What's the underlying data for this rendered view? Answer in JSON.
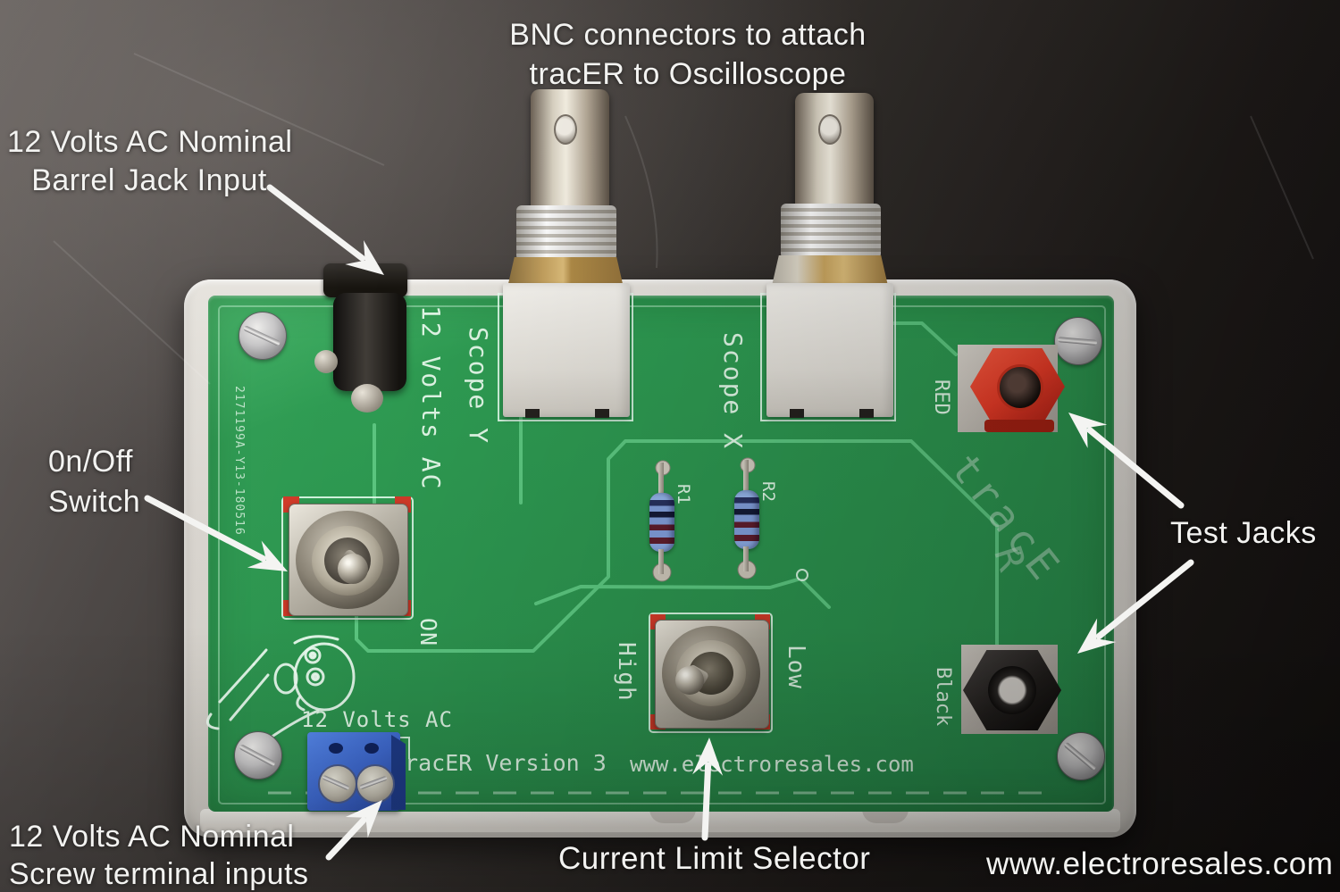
{
  "annotations": {
    "bnc": {
      "line1": "BNC connectors to attach",
      "line2": "tracER to Oscilloscope"
    },
    "barrel": {
      "line1": "12 Volts AC Nominal",
      "line2": "Barrel Jack Input"
    },
    "power": {
      "line1": "0n/Off",
      "line2": "Switch"
    },
    "test_jacks": {
      "label": "Test Jacks"
    },
    "screw": {
      "line1": "12 Volts AC Nominal",
      "line2": "Screw terminal inputs"
    },
    "current_limit": {
      "label": "Current Limit Selector"
    },
    "website": {
      "label": "www.electroresales.com"
    }
  },
  "board": {
    "serial": "2171199A-Y13-180516",
    "silkscreen": {
      "barrel_input": "12 Volts AC",
      "scope_y": "Scope Y",
      "scope_x": "Scope X",
      "power_on": "ON",
      "limit_high": "High",
      "limit_low": "Low",
      "jack_red": "RED",
      "jack_black": "Black",
      "terminal_input": "12 Volts AC",
      "version": "tracER Version 3",
      "website": "www.electroresales.com",
      "logo": "tracE",
      "logo_overlap": "R",
      "r1": "R1",
      "r2": "R2"
    }
  },
  "colors": {
    "pcb": "#2e9b52",
    "pcb_edge": "#45b267",
    "trace": "#5fc983",
    "silk": "#ddf4e3",
    "red_jack": "#e23a26",
    "black_jack": "#211e1c",
    "enclosure": "#d9d5cf",
    "terminal_blue": "#3e69cf",
    "brass": "#c2a060"
  }
}
